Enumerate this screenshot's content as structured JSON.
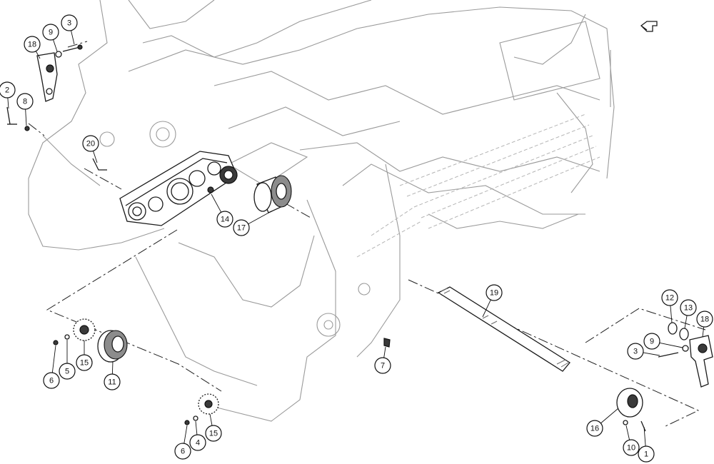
{
  "diagram": {
    "type": "exploded-parts-view",
    "callouts": [
      {
        "id": "c1",
        "label": "1"
      },
      {
        "id": "c2",
        "label": "2"
      },
      {
        "id": "c3a",
        "label": "3"
      },
      {
        "id": "c3b",
        "label": "3"
      },
      {
        "id": "c4",
        "label": "4"
      },
      {
        "id": "c5",
        "label": "5"
      },
      {
        "id": "c6a",
        "label": "6"
      },
      {
        "id": "c6b",
        "label": "6"
      },
      {
        "id": "c7",
        "label": "7"
      },
      {
        "id": "c8",
        "label": "8"
      },
      {
        "id": "c9a",
        "label": "9"
      },
      {
        "id": "c9b",
        "label": "9"
      },
      {
        "id": "c10",
        "label": "10"
      },
      {
        "id": "c11",
        "label": "11"
      },
      {
        "id": "c12",
        "label": "12"
      },
      {
        "id": "c13",
        "label": "13"
      },
      {
        "id": "c14",
        "label": "14"
      },
      {
        "id": "c15a",
        "label": "15"
      },
      {
        "id": "c15b",
        "label": "15"
      },
      {
        "id": "c16",
        "label": "16"
      },
      {
        "id": "c17",
        "label": "17"
      },
      {
        "id": "c18a",
        "label": "18"
      },
      {
        "id": "c18b",
        "label": "18"
      },
      {
        "id": "c19",
        "label": "19"
      },
      {
        "id": "c20",
        "label": "20"
      }
    ],
    "icons": [
      "front-direction-arrow-icon"
    ],
    "colors": {
      "line": "#111111",
      "frame": "#9a9a9a",
      "background": "#ffffff"
    }
  }
}
